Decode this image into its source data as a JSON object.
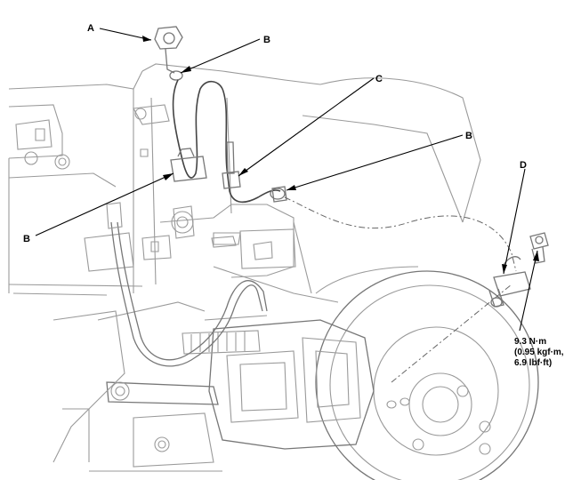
{
  "callouts": {
    "a": "A",
    "b_top": "B",
    "b_left": "B",
    "b_right": "B",
    "c": "C",
    "d": "D"
  },
  "torque": {
    "line1": "9.3 N·m",
    "line2": "(0.95 kgf·m,",
    "line3": "6.9 lbf·ft)"
  }
}
